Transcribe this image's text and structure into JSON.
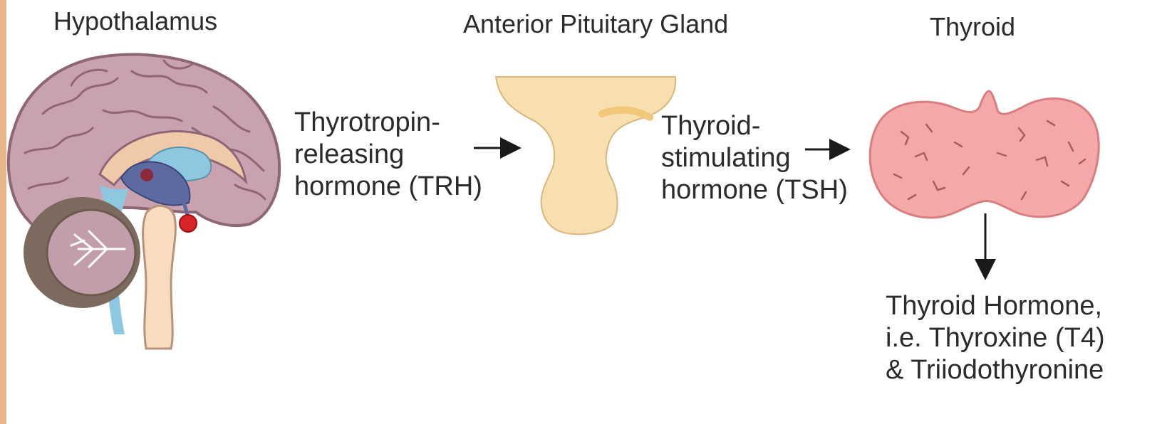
{
  "diagram": {
    "hypothalamus_label": "Hypothalamus",
    "pituitary_label": "Anterior Pituitary Gland",
    "thyroid_label": "Thyroid",
    "trh": {
      "line1": "Thyrotropin-",
      "line2": "releasing",
      "line3": "hormone (TRH)"
    },
    "tsh": {
      "line1": "Thyroid-",
      "line2": "stimulating",
      "line3": "hormone (TSH)"
    },
    "output": {
      "line1": "Thyroid Hormone,",
      "line2": "i.e. Thyroxine (T4)",
      "line3": "& Triiodothyronine"
    }
  },
  "colors": {
    "brain": "#c8a3af",
    "brain_fold": "#a97e8d",
    "cerebellum": "#7d6a5e",
    "ventricle": "#8ec8e0",
    "hypothalamus": "#5c6aa0",
    "pituitary_dot": "#d8232a",
    "pituitary": "#f7dfb0",
    "thyroid": "#f4a8a8",
    "thyroid_outline": "#d87d80",
    "edge_strip": "#e9b58c"
  }
}
